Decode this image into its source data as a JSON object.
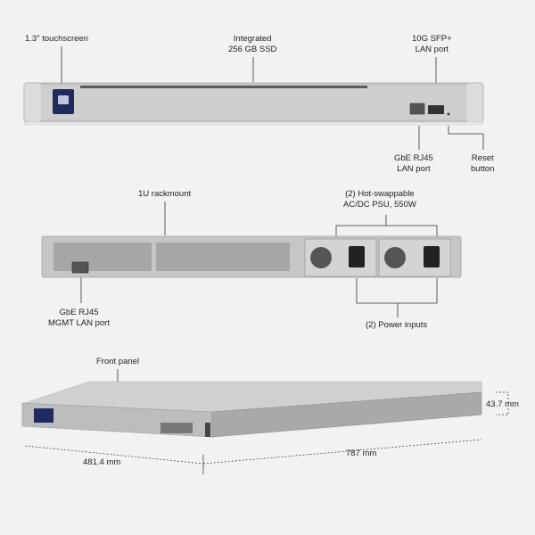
{
  "front": {
    "touchscreen": "1.3\" touchscreen",
    "ssd": "Integrated\n256 GB SSD",
    "sfp": "10G SFP+\nLAN port",
    "rj45": "GbE RJ45\nLAN port",
    "reset": "Reset\nbutton"
  },
  "rear": {
    "rackmount": "1U rackmount",
    "psu": "(2) Hot-swappable\nAC/DC PSU, 550W",
    "mgmt": "GbE RJ45\nMGMT LAN port",
    "power": "(2) Power inputs"
  },
  "dimensions": {
    "front_panel": "Front panel",
    "height": "43.7 mm",
    "width": "481.4 mm",
    "depth": "787 mm"
  },
  "colors": {
    "chassis": "#c9c9c9",
    "chassis_dark": "#9b9b9b",
    "background": "#f2f2f2"
  }
}
